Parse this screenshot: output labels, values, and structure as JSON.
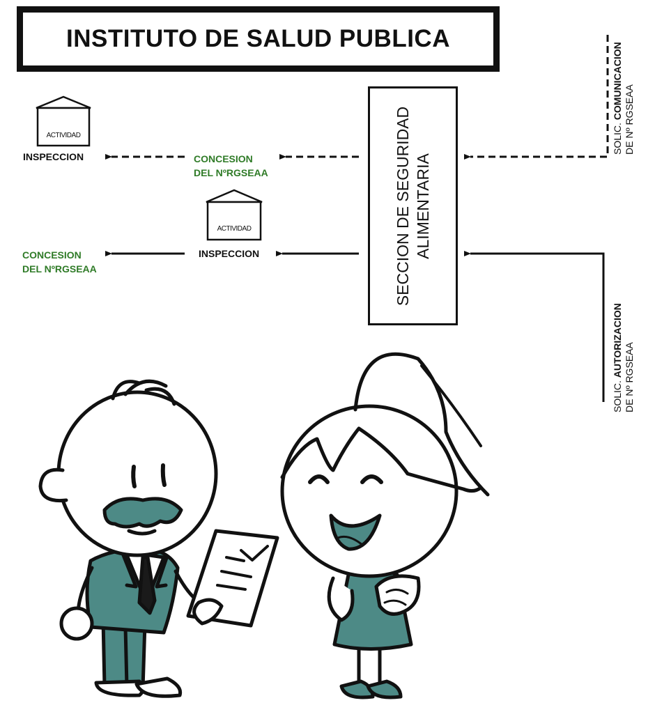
{
  "title": "INSTITUTO DE SALUD PUBLICA",
  "center_box": {
    "line1": "SECCION DE SEGURIDAD",
    "line2": "ALIMENTARIA"
  },
  "flow_comunicacion": {
    "inspeccion": "INSPECCION",
    "actividad": "ACTIVIDAD",
    "concesion_line1": "CONCESION",
    "concesion_line2": "DEL NºRGSEAA",
    "side_prefix": "SOLIC. ",
    "side_bold": "COMUNICACION",
    "side_line2": "DE Nº RGSEAA"
  },
  "flow_autorizacion": {
    "inspeccion": "INSPECCION",
    "actividad": "ACTIVIDAD",
    "concesion_line1": "CONCESION",
    "concesion_line2": "DEL NºRGSEAA",
    "side_prefix": "SOLIC. ",
    "side_bold": "AUTORIZACION",
    "side_line2": "DE Nº RGSEAA"
  },
  "colors": {
    "ink": "#111111",
    "green_text": "#2f7b27",
    "teal": "#4d8a86"
  }
}
